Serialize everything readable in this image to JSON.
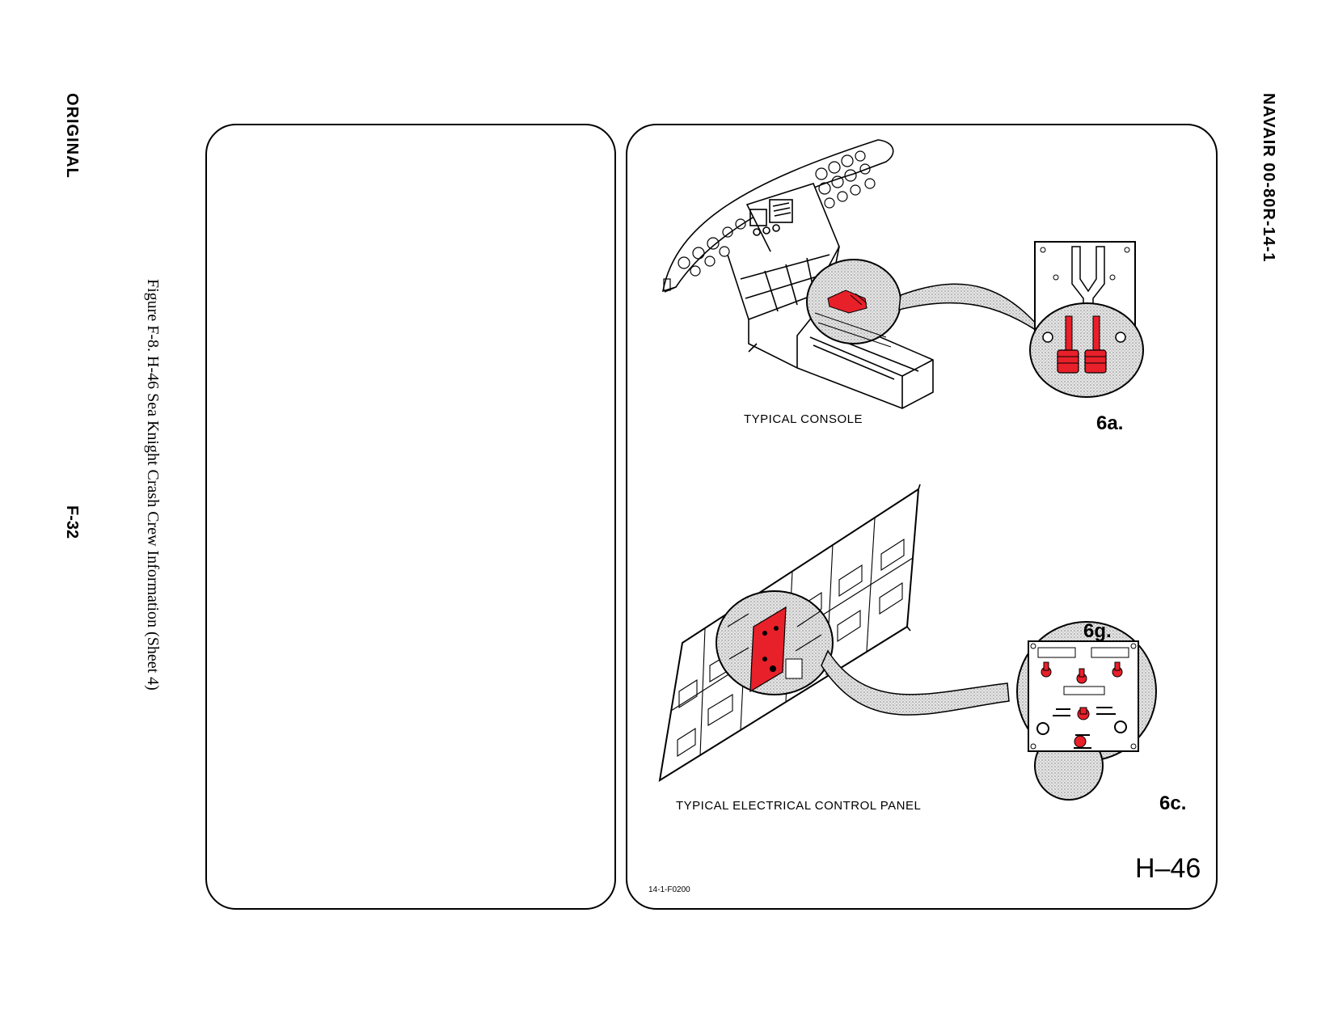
{
  "margin": {
    "left_top": "ORIGINAL",
    "left_bottom": "F-32",
    "caption": "Figure F-8.  H-46 Sea Knight Crash Crew Information (Sheet 4)",
    "right_top": "NAVAIR 00-80R-14-1"
  },
  "figure": {
    "console_label": "TYPICAL CONSOLE",
    "console_callout": "6a.",
    "panel_label": "TYPICAL ELECTRICAL CONTROL PANEL",
    "panel_callout_top": "6g.",
    "panel_callout_bottom": "6c.",
    "aircraft": "H–46",
    "drawing_code": "14-1-F0200"
  },
  "colors": {
    "highlight": "#e8202a",
    "stipple": "#c8c8c8",
    "line": "#000000"
  }
}
